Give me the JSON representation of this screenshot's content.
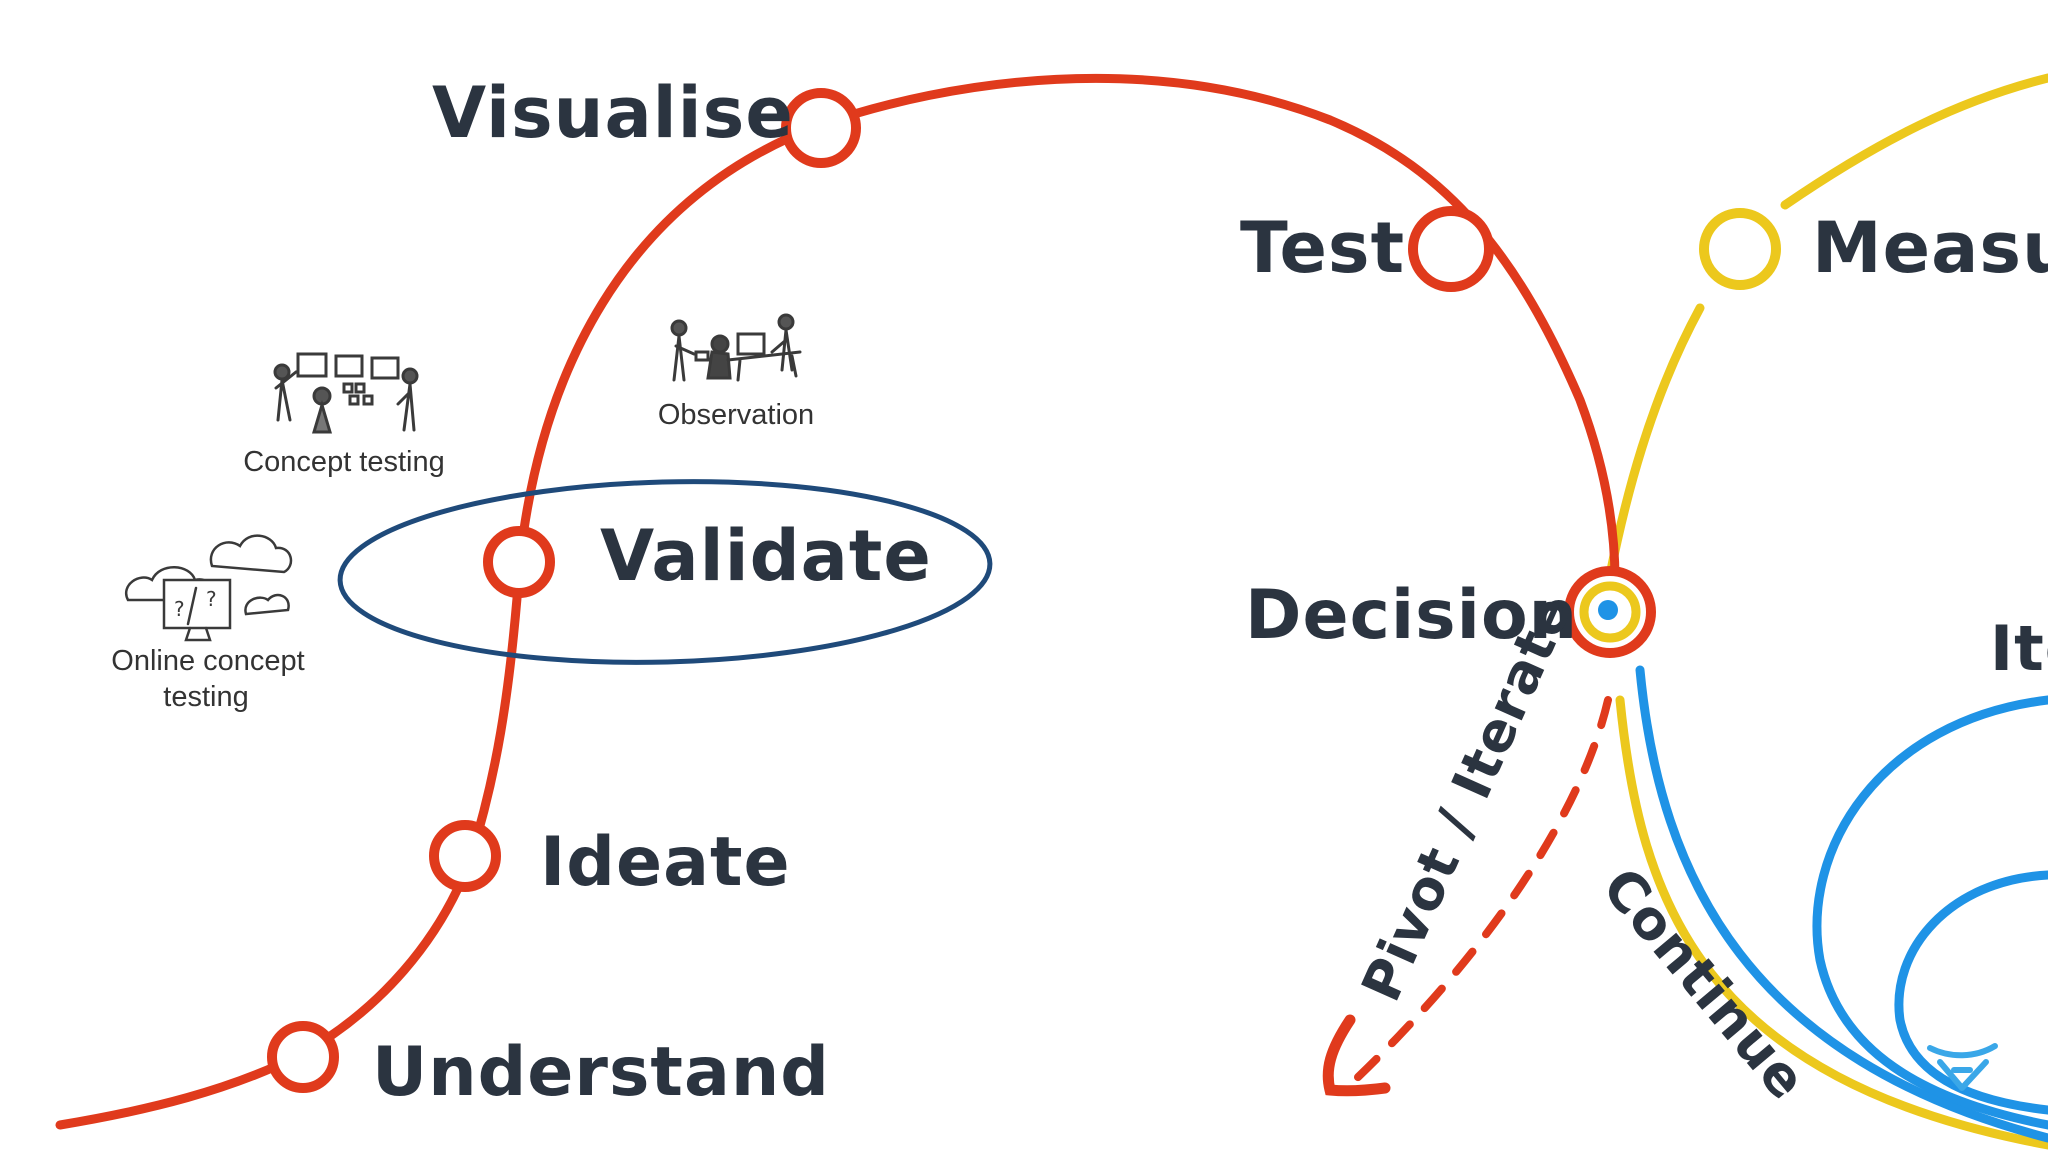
{
  "colors": {
    "main_path": "#e03a1c",
    "measure_path": "#ecc81d",
    "iterate_path": "#1f93e6",
    "validate_ellipse": "#1f4a7a",
    "text": "#2b3440",
    "caption": "#333333",
    "logo": "#3aa7e8"
  },
  "stages": {
    "understand": "Understand",
    "ideate": "Ideate",
    "validate": "Validate",
    "visualise": "Visualise",
    "test": "Test",
    "decision": "Decision",
    "measure": "Measur",
    "iterate": "Ite"
  },
  "branches": {
    "pivot": "Pivot / Iterate",
    "continue": "Continue"
  },
  "methods": {
    "concept_testing": "Concept testing",
    "observation": "Observation",
    "online_line1": "Online concept",
    "online_line2": "testing"
  },
  "icons": {
    "concept_testing": "people-presenting-icon",
    "observation": "observation-desk-icon",
    "online_testing": "computer-clouds-icon",
    "logo": "brand-logo-icon"
  }
}
